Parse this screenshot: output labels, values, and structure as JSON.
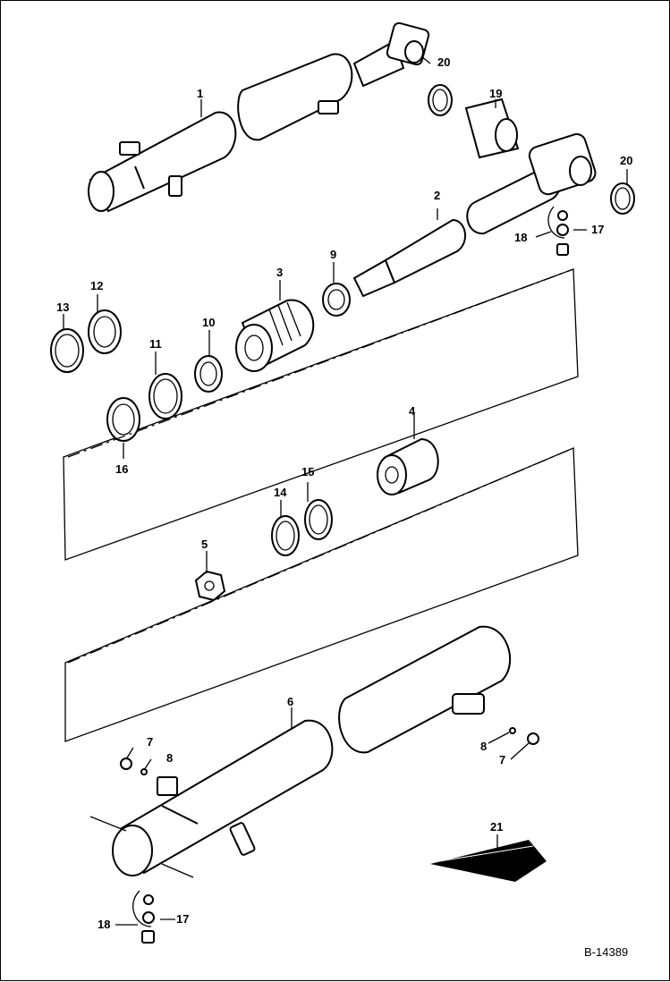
{
  "drawing_ref": "B-14389",
  "callouts": {
    "c1": "1",
    "c2": "2",
    "c3": "3",
    "c4": "4",
    "c5": "5",
    "c6": "6",
    "c7a": "7",
    "c7b": "7",
    "c8a": "8",
    "c8b": "8",
    "c9": "9",
    "c10": "10",
    "c11": "11",
    "c12": "12",
    "c13": "13",
    "c14": "14",
    "c15": "15",
    "c16": "16",
    "c17a": "17",
    "c17b": "17",
    "c18a": "18",
    "c18b": "18",
    "c19": "19",
    "c20a": "20",
    "c20b": "20",
    "c21": "21"
  }
}
